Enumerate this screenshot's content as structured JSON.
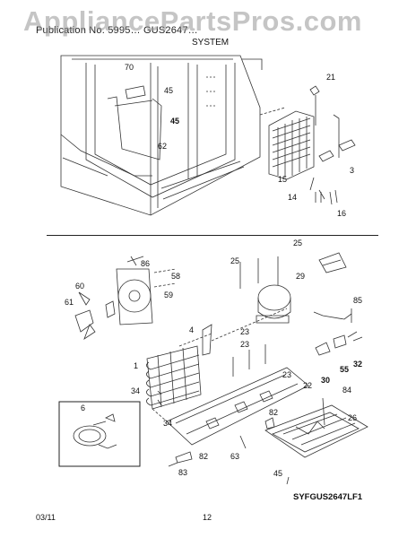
{
  "header": {
    "watermark": "AppliancePartsPros.com",
    "title": "Publication No. 5995… GUS2647…",
    "subtitle": "SYSTEM"
  },
  "diagram_code": "SYFGUS2647LF1",
  "footer": {
    "date": "03/11",
    "page": "12"
  },
  "callouts": [
    {
      "id": "c70",
      "text": "70"
    },
    {
      "id": "c45a",
      "text": "45"
    },
    {
      "id": "c45b",
      "text": "45"
    },
    {
      "id": "c62",
      "text": "62"
    },
    {
      "id": "c21",
      "text": "21"
    },
    {
      "id": "c15",
      "text": "15"
    },
    {
      "id": "c3",
      "text": "3"
    },
    {
      "id": "c14",
      "text": "14"
    },
    {
      "id": "c16",
      "text": "16"
    },
    {
      "id": "c86",
      "text": "86"
    },
    {
      "id": "c58",
      "text": "58"
    },
    {
      "id": "c59",
      "text": "59"
    },
    {
      "id": "c60",
      "text": "60"
    },
    {
      "id": "c61",
      "text": "61"
    },
    {
      "id": "c25a",
      "text": "25"
    },
    {
      "id": "c25b",
      "text": "25"
    },
    {
      "id": "c29",
      "text": "29"
    },
    {
      "id": "c85",
      "text": "85"
    },
    {
      "id": "c4",
      "text": "4"
    },
    {
      "id": "c23a",
      "text": "23"
    },
    {
      "id": "c23b",
      "text": "23"
    },
    {
      "id": "c23c",
      "text": "23"
    },
    {
      "id": "c1",
      "text": "1"
    },
    {
      "id": "c34a",
      "text": "34"
    },
    {
      "id": "c34b",
      "text": "34"
    },
    {
      "id": "c22",
      "text": "22"
    },
    {
      "id": "c55",
      "text": "55"
    },
    {
      "id": "c32",
      "text": "32"
    },
    {
      "id": "c30",
      "text": "30"
    },
    {
      "id": "c84",
      "text": "84"
    },
    {
      "id": "c26",
      "text": "26"
    },
    {
      "id": "c6",
      "text": "6"
    },
    {
      "id": "c82a",
      "text": "82"
    },
    {
      "id": "c82b",
      "text": "82"
    },
    {
      "id": "c63",
      "text": "63"
    },
    {
      "id": "c83",
      "text": "83"
    },
    {
      "id": "c45c",
      "text": "45"
    }
  ]
}
